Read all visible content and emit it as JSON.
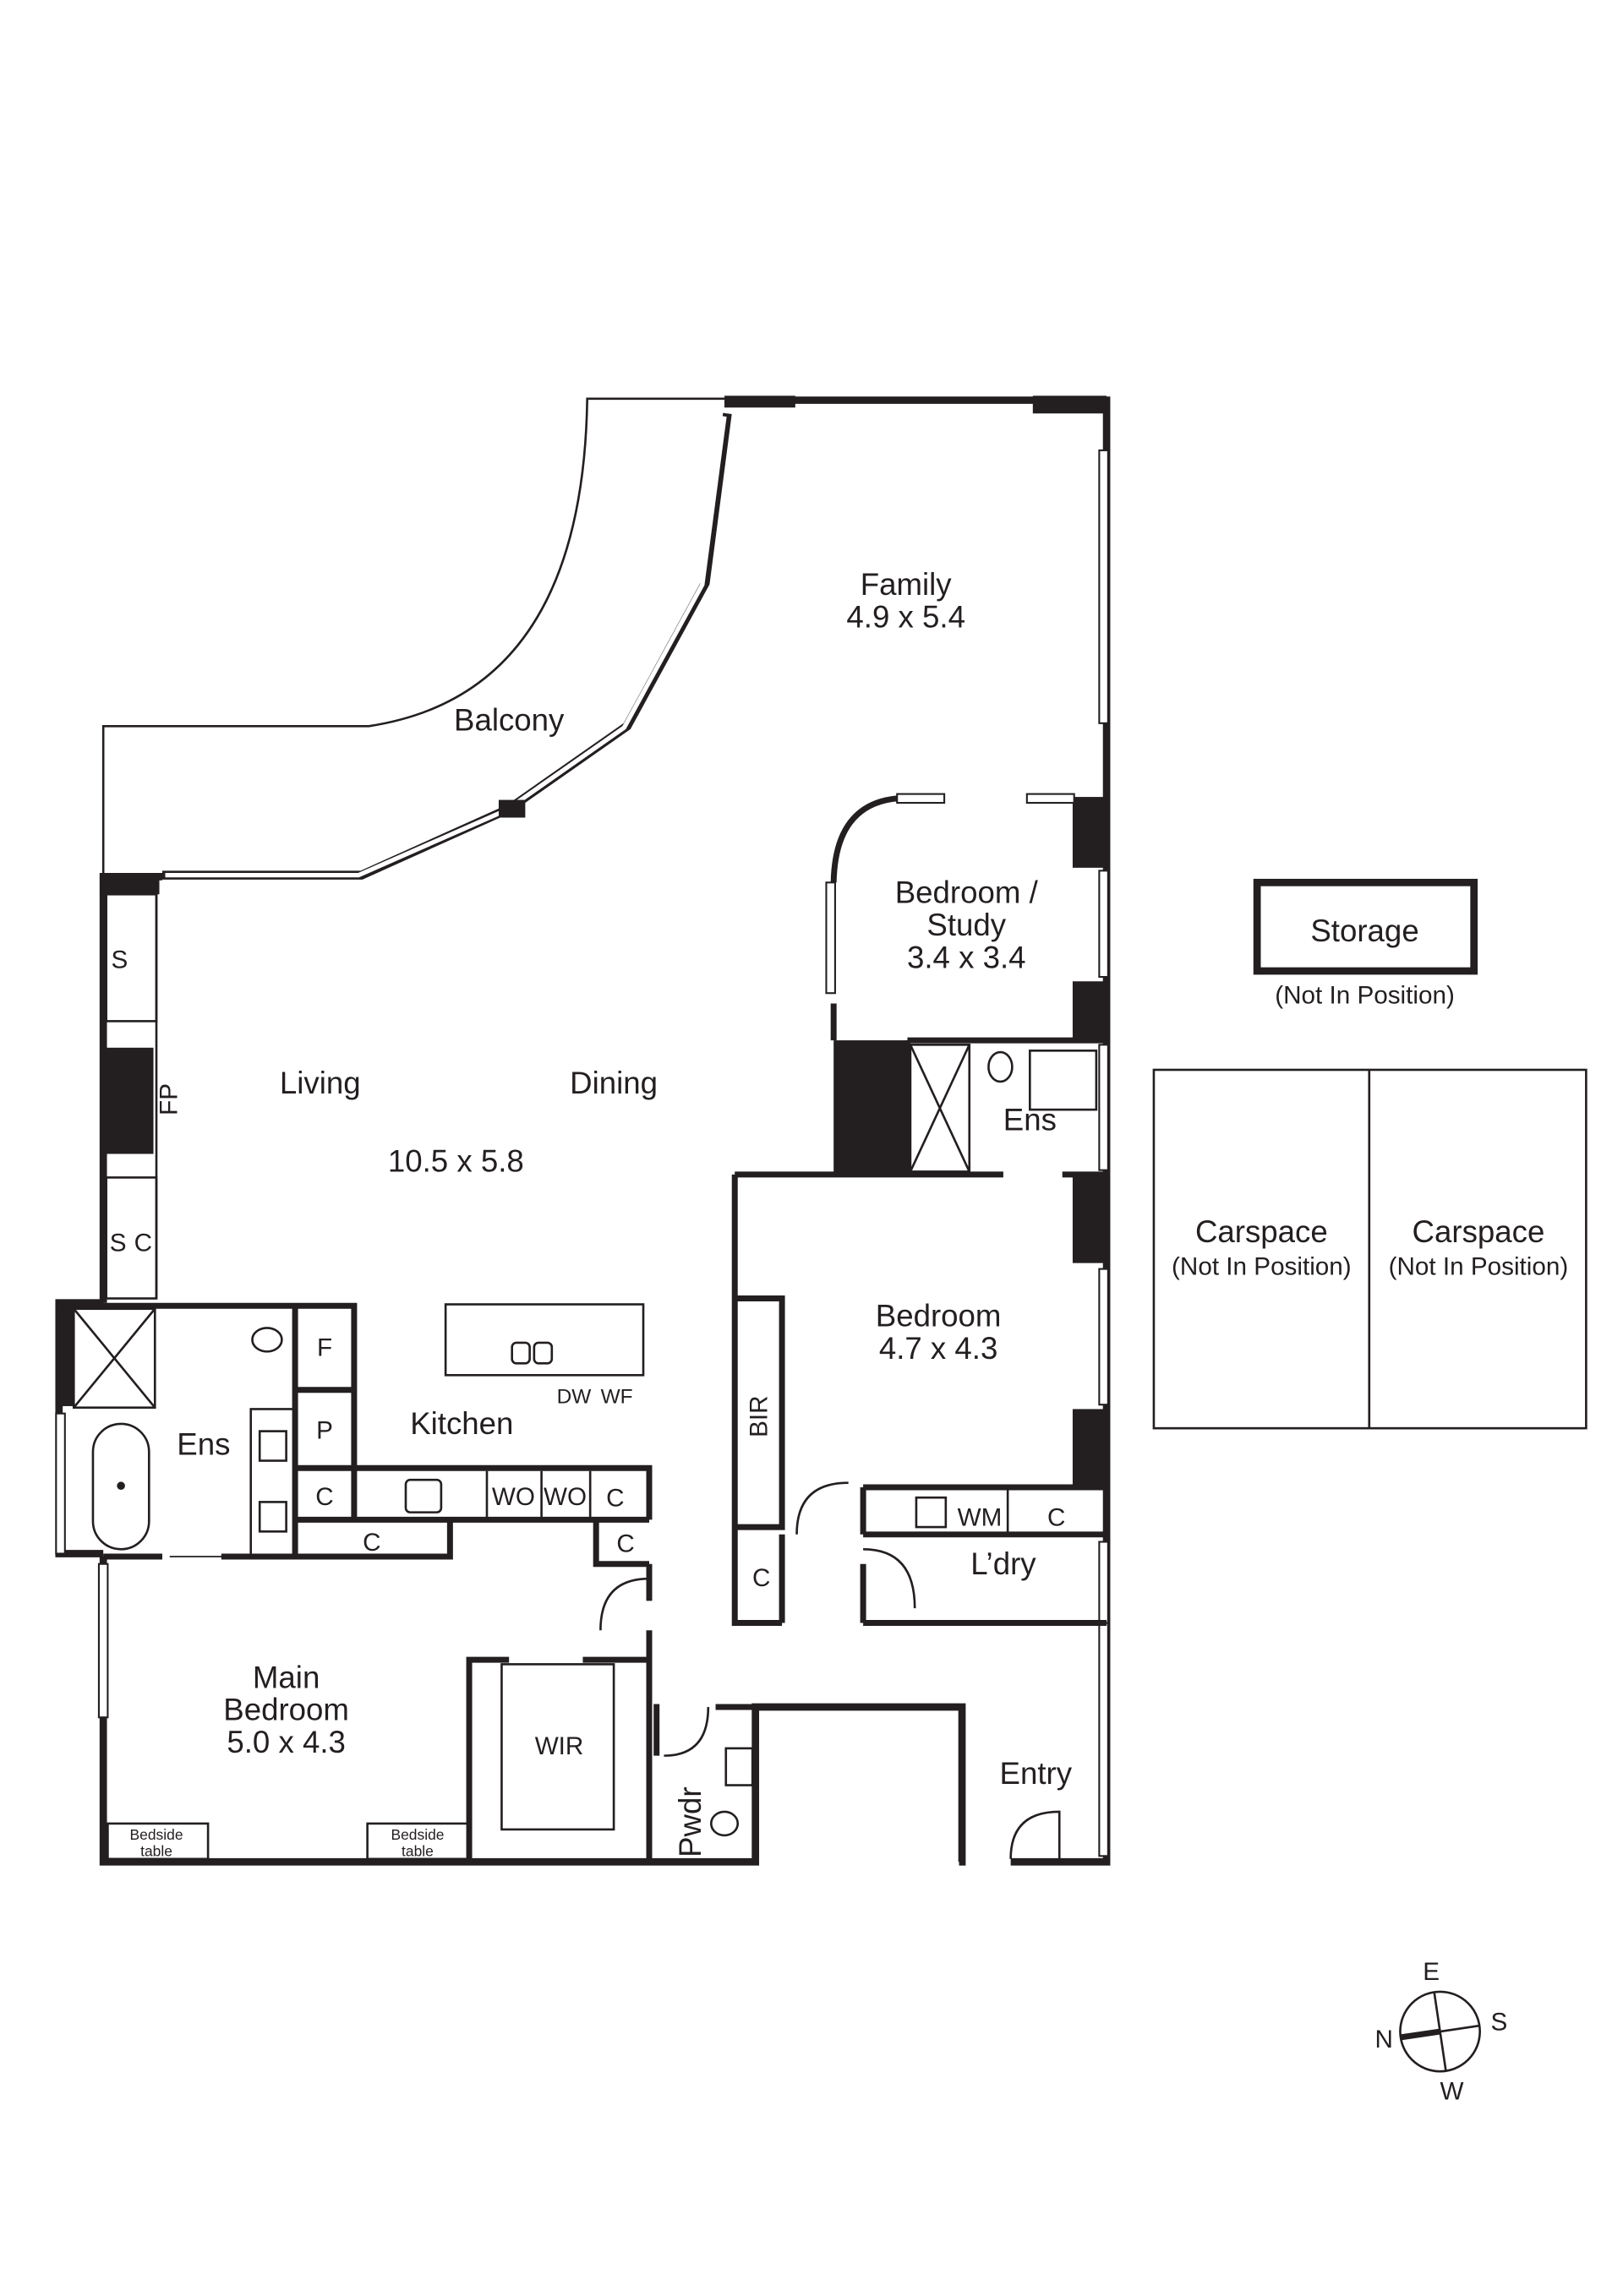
{
  "rooms": {
    "family": {
      "name": "Family",
      "size": "4.9 x 5.4"
    },
    "balcony": {
      "name": "Balcony"
    },
    "bedroom_study": {
      "name1": "Bedroom /",
      "name2": "Study",
      "size": "3.4 x 3.4"
    },
    "living": {
      "name": "Living"
    },
    "dining": {
      "name": "Dining"
    },
    "living_dining_size": "10.5 x 5.8",
    "ens_upper": {
      "name": "Ens"
    },
    "bedroom": {
      "name": "Bedroom",
      "size": "4.7 x 4.3"
    },
    "kitchen": {
      "name": "Kitchen"
    },
    "ens_main": {
      "name": "Ens"
    },
    "main_bedroom": {
      "name1": "Main",
      "name2": "Bedroom",
      "size": "5.0 x 4.3"
    },
    "wir": {
      "name": "WIR"
    },
    "pwdr": {
      "name": "Pwdr"
    },
    "entry": {
      "name": "Entry"
    },
    "laundry": {
      "name": "L’dry"
    },
    "bir": {
      "name": "BIR"
    }
  },
  "fixtures": {
    "s": "S",
    "c": "C",
    "fp": "FP",
    "f": "F",
    "p": "P",
    "wo": "WO",
    "wm": "WM",
    "dw": "DW",
    "wf": "WF",
    "bedside1": "Bedside",
    "bedside2": "table"
  },
  "external": {
    "storage": {
      "name": "Storage",
      "note": "(Not In Position)"
    },
    "carspace1": {
      "name": "Carspace",
      "note": "(Not In Position)"
    },
    "carspace2": {
      "name": "Carspace",
      "note": "(Not In Position)"
    }
  },
  "compass": {
    "n": "N",
    "e": "E",
    "s": "S",
    "w": "W"
  }
}
